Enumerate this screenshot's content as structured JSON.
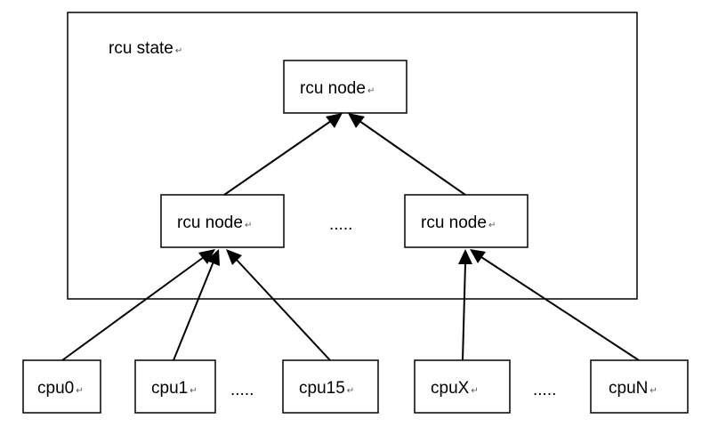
{
  "diagram": {
    "state_label": "rcu state",
    "root": {
      "label": "rcu node"
    },
    "mid_nodes": [
      {
        "label": "rcu node"
      },
      {
        "label": "rcu node"
      }
    ],
    "mid_ellipsis": ".....",
    "cpus": [
      {
        "label": "cpu0"
      },
      {
        "label": "cpu1"
      },
      {
        "label": "cpu15"
      },
      {
        "label": "cpuX"
      },
      {
        "label": "cpuN"
      }
    ],
    "cpu_ellipses": [
      ".....",
      "....."
    ],
    "paragraph_mark": "↵",
    "edges": [
      {
        "from": "mid_nodes.0",
        "to": "root"
      },
      {
        "from": "mid_nodes.1",
        "to": "root"
      },
      {
        "from": "cpus.0",
        "to": "mid_nodes.0"
      },
      {
        "from": "cpus.1",
        "to": "mid_nodes.0"
      },
      {
        "from": "cpus.2",
        "to": "mid_nodes.0"
      },
      {
        "from": "cpus.3",
        "to": "mid_nodes.1"
      },
      {
        "from": "cpus.4",
        "to": "mid_nodes.1"
      }
    ]
  }
}
